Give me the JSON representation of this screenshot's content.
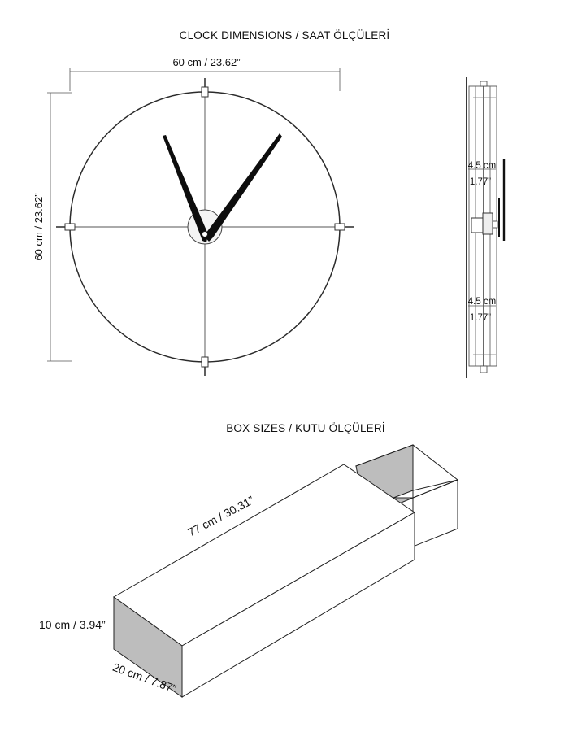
{
  "clock_section": {
    "title": "CLOCK DIMENSIONS / SAAT ÖLÇÜLERİ",
    "width_label": "60 cm / 23.62”",
    "height_label": "60 cm / 23.62”",
    "side_view": {
      "top_depth_cm": "4.5 cm",
      "top_depth_in": "1.77”",
      "bottom_depth_cm": "4.5 cm",
      "bottom_depth_in": "1.77”"
    }
  },
  "box_section": {
    "title": "BOX SIZES / KUTU ÖLÇÜLERİ",
    "length_label": "77 cm / 30.31”",
    "height_label": "10 cm / 3.94”",
    "depth_label": "20 cm / 7.87”"
  },
  "colors": {
    "ink": "#111111",
    "hands": "#0d0d0d",
    "box_shade": "#bdbdbd"
  }
}
